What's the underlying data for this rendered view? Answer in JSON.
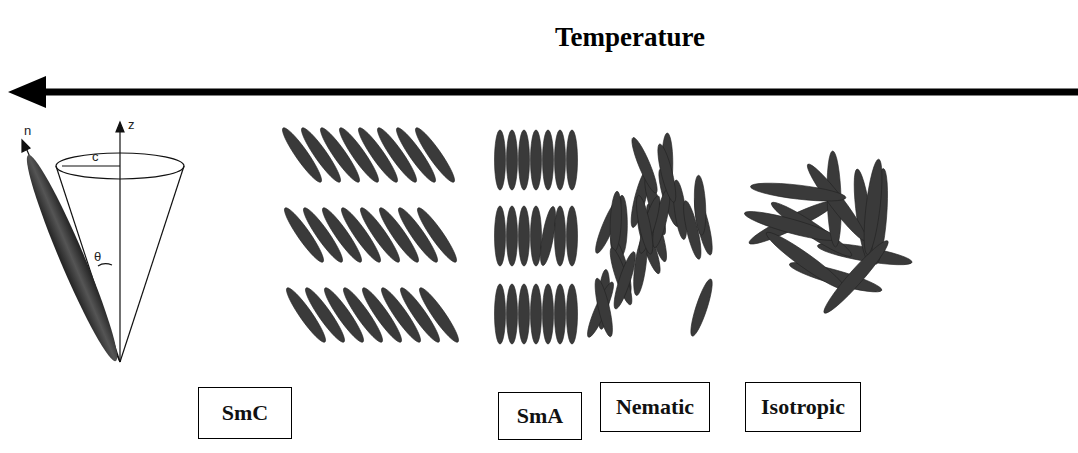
{
  "diagram": {
    "title": "Temperature",
    "nodes": [
      {
        "text": [
          "SmC"
        ]
      },
      {
        "text": [
          "SmA"
        ]
      },
      {
        "text": [
          "Nematic"
        ]
      },
      {
        "text": [
          "Isotropic"
        ]
      }
    ],
    "labels": [
      "n",
      "z",
      "c",
      "θ"
    ]
  }
}
